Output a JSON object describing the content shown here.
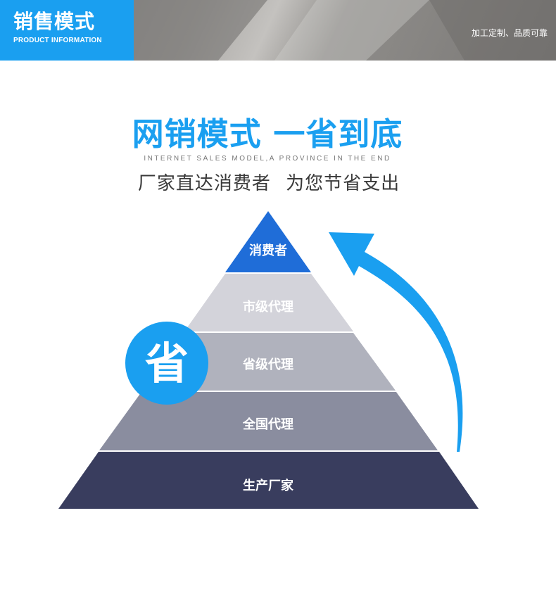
{
  "header": {
    "badge_title": "销售模式",
    "badge_subtitle": "PRODUCT INFORMATION",
    "tagline": "加工定制、品质可靠"
  },
  "headline": {
    "title": "网销模式 一省到底",
    "english": "INTERNET SALES MODEL,A PROVINCE IN THE END",
    "subtitle": "厂家直达消费者 为您节省支出"
  },
  "pyramid": {
    "tiers": [
      {
        "label": "消费者",
        "color": "#1f6dd8"
      },
      {
        "label": "市级代理",
        "color": "#d3d3da"
      },
      {
        "label": "省级代理",
        "color": "#b0b2bd"
      },
      {
        "label": "全国代理",
        "color": "#8a8d9f"
      },
      {
        "label": "生产厂家",
        "color": "#393d5e"
      }
    ],
    "circle_label": "省",
    "circle_color": "#1a9ff0",
    "arrow_color": "#1a9ff0"
  }
}
